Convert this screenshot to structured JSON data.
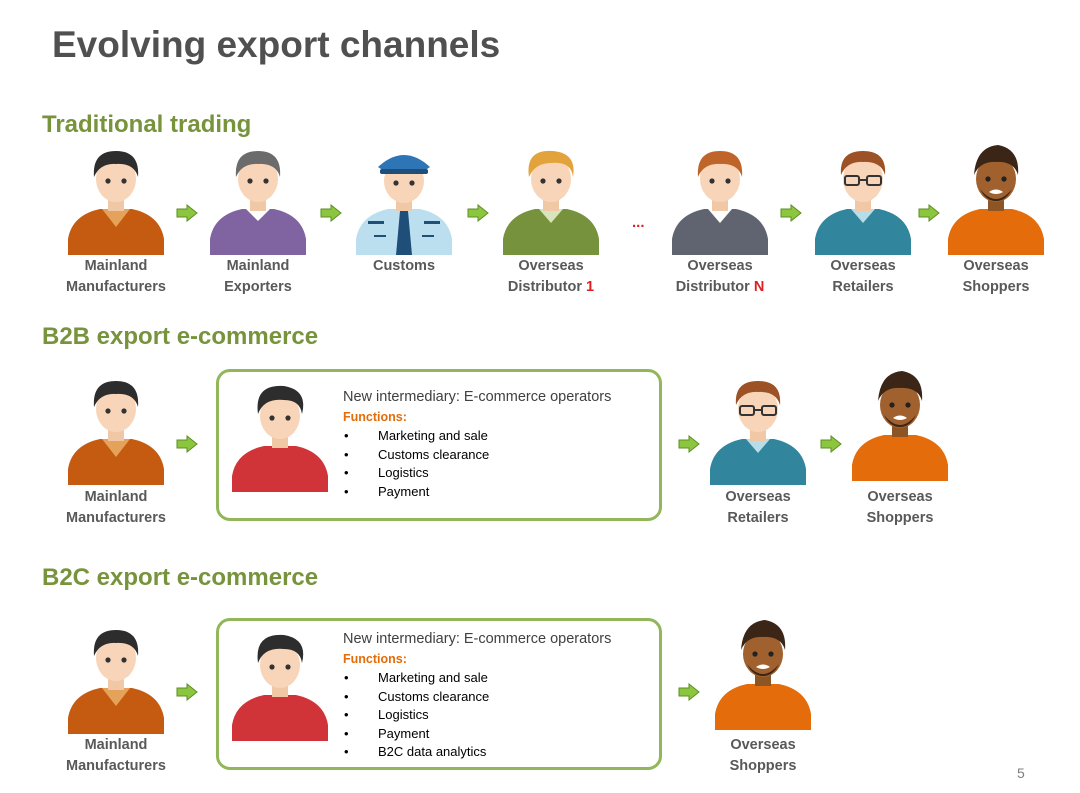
{
  "title": "Evolving export channels",
  "sections": {
    "traditional": {
      "heading": "Traditional trading",
      "ellipsis": "...",
      "labels": {
        "manufacturers": [
          "Mainland",
          "Manufacturers"
        ],
        "exporters": [
          "Mainland",
          "Exporters"
        ],
        "customs": "Customs",
        "distributor1": [
          "Overseas",
          "Distributor",
          "1"
        ],
        "distributorN": [
          "Overseas",
          "Distributor",
          "N"
        ],
        "retailers": [
          "Overseas",
          "Retailers"
        ],
        "shoppers": [
          "Overseas",
          "Shoppers"
        ]
      }
    },
    "b2b": {
      "heading": "B2B export e-commerce",
      "labels": {
        "manufacturers": [
          "Mainland",
          "Manufacturers"
        ],
        "retailers": [
          "Overseas",
          "Retailers"
        ],
        "shoppers": [
          "Overseas",
          "Shoppers"
        ]
      },
      "box": {
        "header": "New intermediary: E-commerce operators",
        "functions_label": "Functions:",
        "functions": [
          "Marketing and sale",
          "Customs clearance",
          "Logistics",
          "Payment"
        ]
      }
    },
    "b2c": {
      "heading": "B2C export e-commerce",
      "labels": {
        "manufacturers": [
          "Mainland",
          "Manufacturers"
        ],
        "shoppers": [
          "Overseas",
          "Shoppers"
        ]
      },
      "box": {
        "header": "New intermediary: E-commerce operators",
        "functions_label": "Functions:",
        "functions": [
          "Marketing and sale",
          "Customs clearance",
          "Logistics",
          "Payment",
          "B2C data analytics"
        ]
      }
    }
  },
  "page_number": "5",
  "colors": {
    "heading_green": "#77933c",
    "box_border": "#93b65a",
    "functions_orange": "#e46c0a",
    "highlight_red": "#e02020",
    "arrow_green": "#8cc63f"
  }
}
